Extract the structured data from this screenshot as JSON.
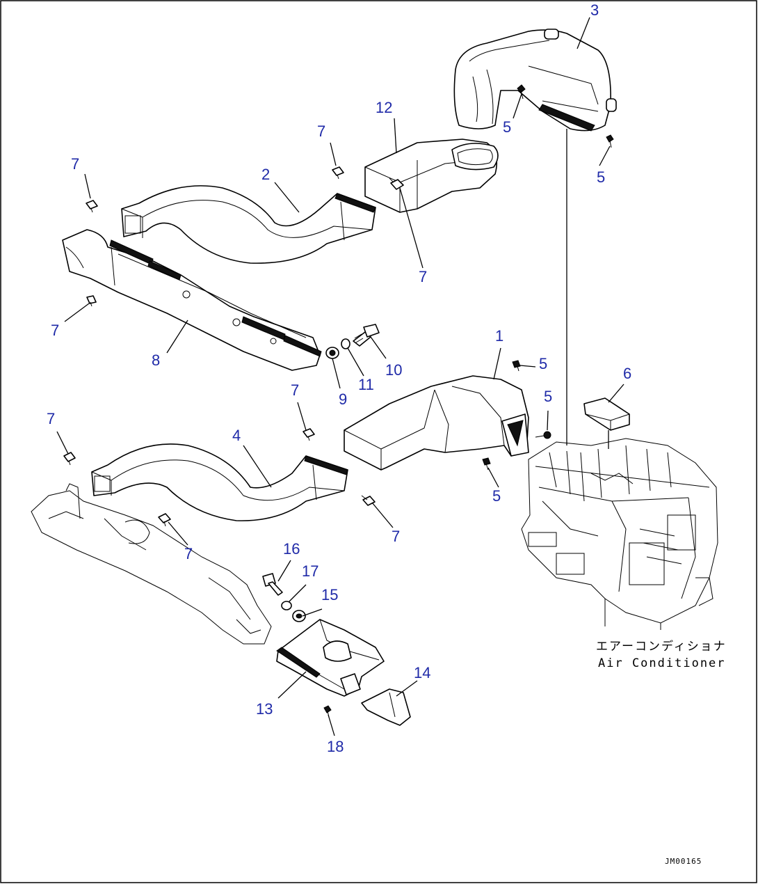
{
  "callouts": {
    "p1": "1",
    "p2": "2",
    "p3": "3",
    "p4": "4",
    "p5a": "5",
    "p5b": "5",
    "p5c": "5",
    "p5d": "5",
    "p5e": "5",
    "p6": "6",
    "p7a": "7",
    "p7b": "7",
    "p7c": "7",
    "p7d": "7",
    "p7e": "7",
    "p7f": "7",
    "p7g": "7",
    "p7h": "7",
    "p8": "8",
    "p9": "9",
    "p10": "10",
    "p11": "11",
    "p12": "12",
    "p13": "13",
    "p14": "14",
    "p15": "15",
    "p16": "16",
    "p17": "17",
    "p18": "18"
  },
  "air_conditioner": {
    "label_jp": "エアーコンディショナ",
    "label_en": "Air Conditioner"
  },
  "drawing_code": "JM00165",
  "colors": {
    "callout": "#1f2aa8",
    "line": "#000000",
    "background": "#ffffff"
  }
}
